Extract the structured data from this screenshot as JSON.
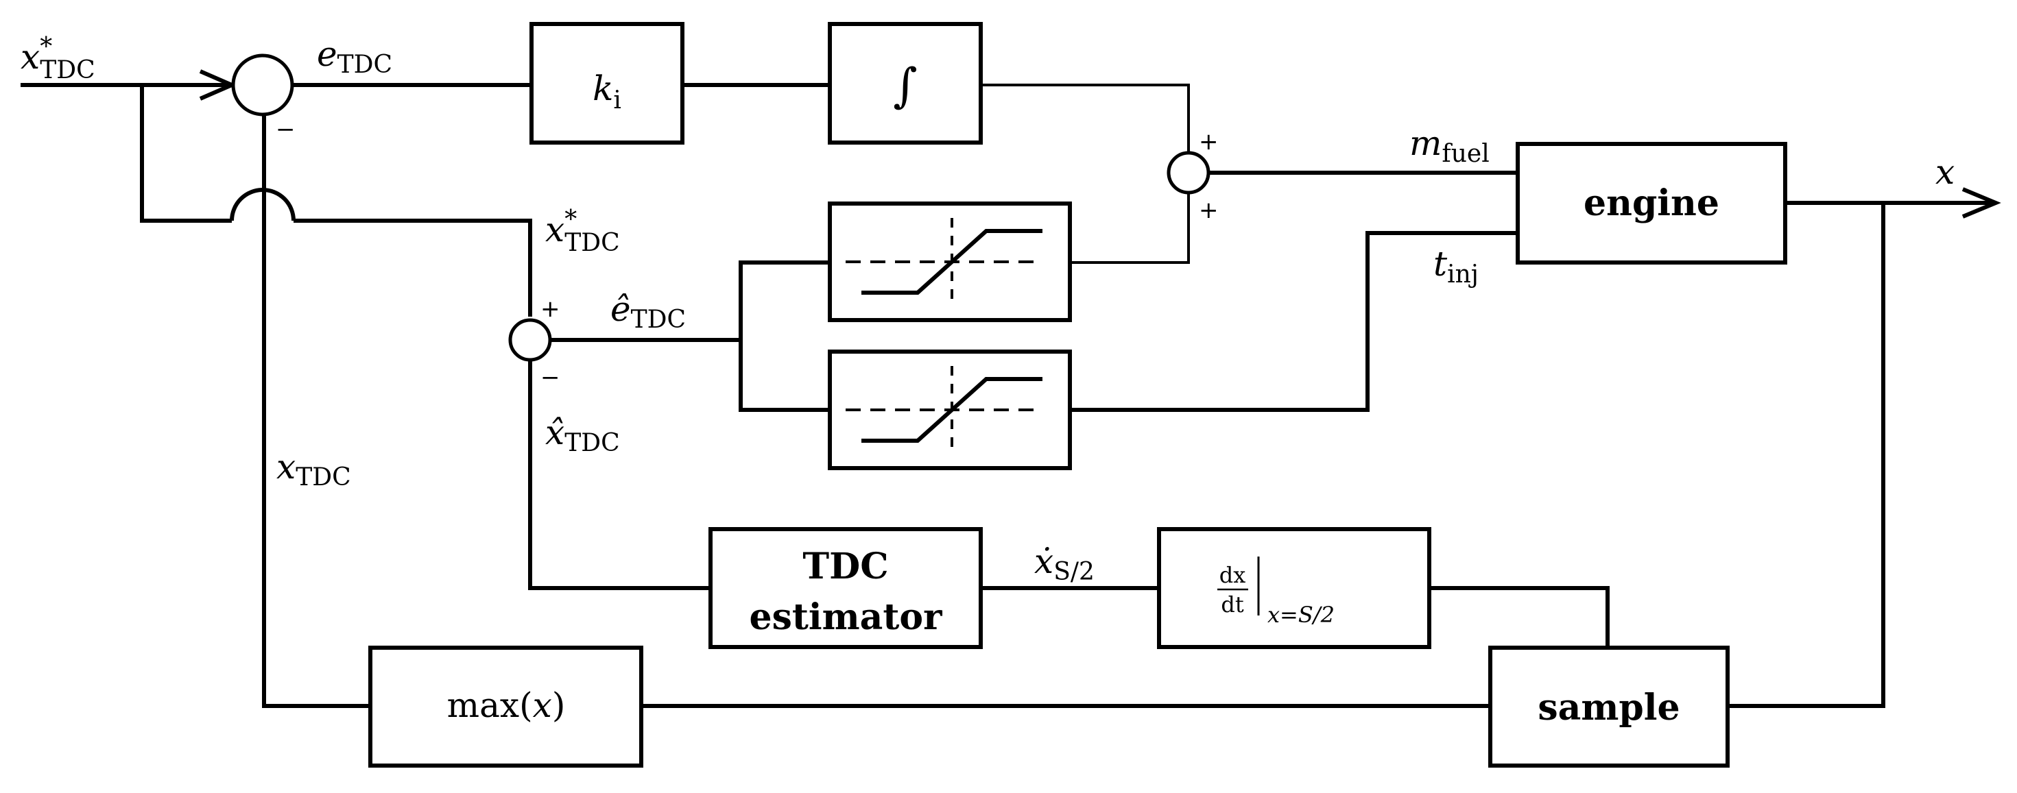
{
  "signals": {
    "x_ref": {
      "main": "x",
      "sup": "*",
      "sub": "TDC"
    },
    "e_tdc": {
      "main": "e",
      "sub": "TDC"
    },
    "x_ref_inner": {
      "main": "x",
      "sup": "*",
      "sub": "TDC"
    },
    "e_hat": {
      "main": "ê",
      "sub": "TDC"
    },
    "x_hat": {
      "main": "x̂",
      "sub": "TDC"
    },
    "x_tdc": {
      "main": "x",
      "sub": "TDC"
    },
    "m_fuel": {
      "main": "m",
      "sub": "fuel"
    },
    "t_inj": {
      "main": "t",
      "sub": "inj"
    },
    "x_out": {
      "main": "x"
    },
    "xdot": {
      "main": "ẋ",
      "sub": "S/2"
    }
  },
  "blocks": {
    "ki": {
      "main": "k",
      "sub": "i"
    },
    "integrator": "∫",
    "engine": "engine",
    "tdc_estimator": [
      "TDC",
      "estimator"
    ],
    "derivative": {
      "num": "dx",
      "den": "dt",
      "eval": "x=S/2"
    },
    "max": {
      "fn": "max(",
      "arg": "x",
      "close": ")"
    },
    "sample": "sample"
  },
  "signs": {
    "sum1_minus": "−",
    "sum2_plus_top": "+",
    "sum2_plus_bottom": "+",
    "sum3_plus": "+",
    "sum3_minus": "−"
  }
}
